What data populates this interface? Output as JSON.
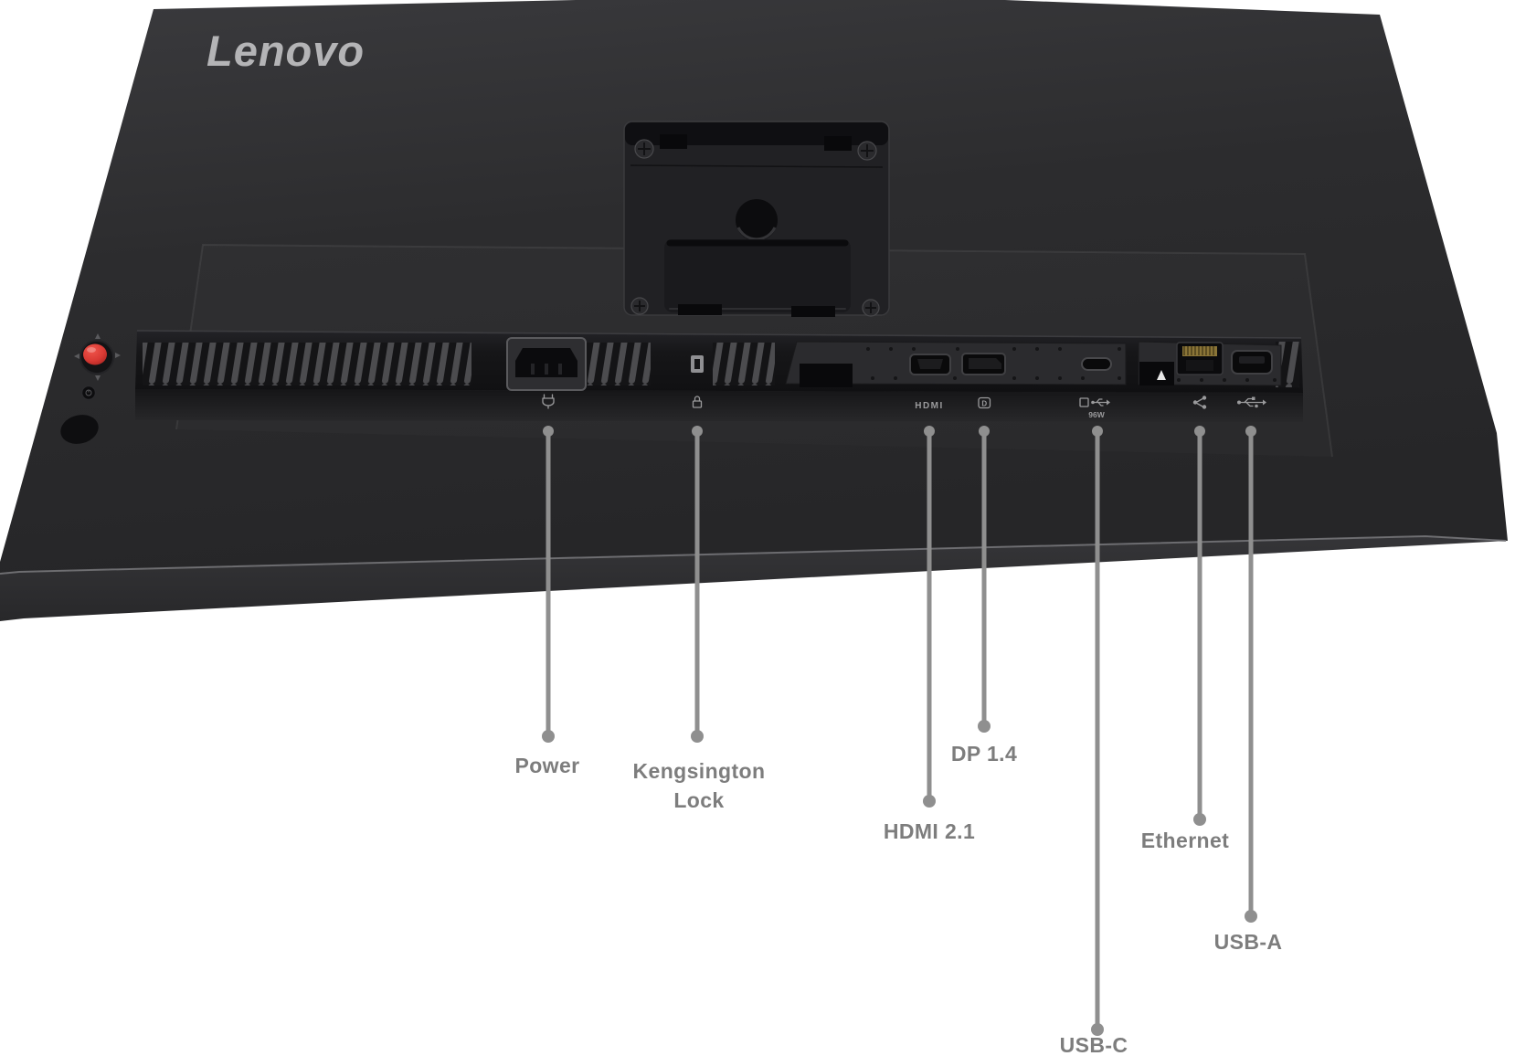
{
  "brand": {
    "logo_text": "Lenovo"
  },
  "monitor": {
    "port_markings": {
      "hdmi": "HDMI",
      "usb_c_power": "96W"
    }
  },
  "callouts": {
    "power": "Power",
    "kensington_line1": "Kengsington",
    "kensington_line2": "Lock",
    "hdmi": "HDMI 2.1",
    "dp": "DP 1.4",
    "usb_c": "USB-C",
    "ethernet": "Ethernet",
    "usb_a": "USB-A"
  },
  "icons": {
    "power-icon": "plug glyph",
    "kensington-lock-icon": "padlock glyph",
    "hdmi-icon": "HDMI lettering",
    "dp-icon": "displayport glyph",
    "usb-c-icon": "usb superspeed glyph",
    "ethernet-icon": "network share glyph",
    "usb-a-icon": "usb trident glyph",
    "joystick-button": "red joystick nub",
    "power-button": "round power button"
  },
  "colors": {
    "background": "#ffffff",
    "panel": "#2c2c2e",
    "connector_bar": "#18181a",
    "accent_red": "#d93a34",
    "callout_gray": "#8f8f8f",
    "label_text": "#7d7d7d",
    "logo_text": "#b4b4b6",
    "ethernet_pins_gold": "#8a7437"
  }
}
